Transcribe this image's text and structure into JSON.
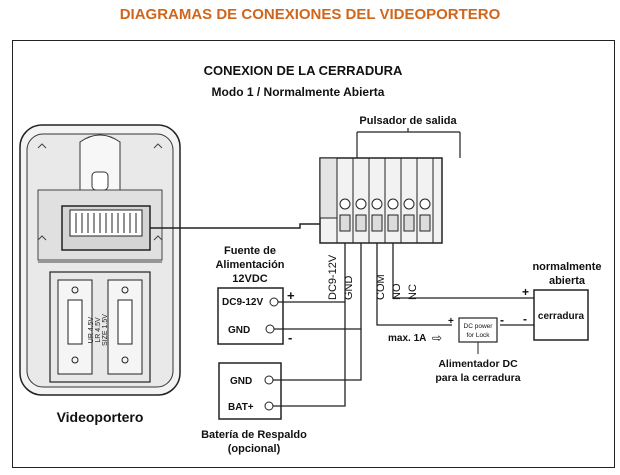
{
  "page_title": "DIAGRAMAS DE CONEXIONES DEL VIDEOPORTERO",
  "section_title": "CONEXION DE LA CERRADURA",
  "mode_title": "Modo 1 / Normalmente Abierta",
  "exit_button_label": "Pulsador de salida",
  "videoportero_label": "Videoportero",
  "battery_holder_text": [
    "LR 4.5V",
    "SIZE 1.5V",
    "UR 4.5V"
  ],
  "power_supply": {
    "title_line1": "Fuente de",
    "title_line2": "Alimentación",
    "title_line3": "12VDC",
    "dc_label": "DC9-12V",
    "gnd_label": "GND",
    "plus": "+",
    "minus": "-"
  },
  "terminal_labels": [
    "DC9-12V",
    "GND",
    "COM",
    "NO",
    "NC"
  ],
  "battery": {
    "gnd_label": "GND",
    "bat_label": "BAT+",
    "title_line1": "Batería de Respaldo",
    "title_line2": "(opcional)"
  },
  "lock": {
    "title_line1": "normalmente",
    "title_line2": "abierta",
    "box_label": "cerradura",
    "plus": "+",
    "minus": "-"
  },
  "dc_lock_power": {
    "box_line1": "DC power",
    "box_line2": "for Lock",
    "plus": "+",
    "minus": "-",
    "current_label": "max. 1A",
    "arrow_glyph": "⇨",
    "caption_line1": "Alimentador DC",
    "caption_line2": "para la cerradura"
  },
  "colors": {
    "title_orange": "#d0661c",
    "line": "#222222",
    "device_fill": "#ececec",
    "device_inner": "#d4d4d4"
  }
}
